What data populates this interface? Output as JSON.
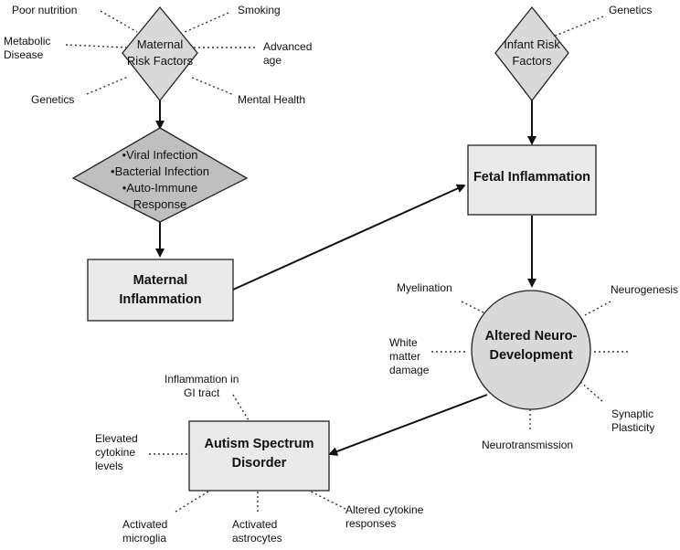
{
  "nodes": {
    "maternal_risk": "Maternal\nRisk Factors",
    "infections": "•Viral Infection\n•Bacterial Infection\n•Auto-Immune\nResponse",
    "maternal_inflammation": "Maternal\nInflammation",
    "infant_risk": "Infant Risk\nFactors",
    "fetal_inflammation": "Fetal Inflammation",
    "altered_neurodevelopment": "Altered Neuro-\nDevelopment",
    "asd": "Autism Spectrum\nDisorder"
  },
  "maternal_risk_labels": {
    "poor_nutrition": "Poor nutrition",
    "smoking": "Smoking",
    "metabolic_disease": "Metabolic\nDisease",
    "advanced_age": "Advanced\nage",
    "genetics": "Genetics",
    "mental_health": "Mental Health"
  },
  "infant_risk_labels": {
    "genetics": "Genetics"
  },
  "neuro_labels": {
    "myelination": "Myelination",
    "neurogenesis": "Neurogenesis",
    "white_matter_damage": "White\nmatter\ndamage",
    "synaptic_plasticity": "Synaptic\nPlasticity",
    "neurotransmission": "Neurotransmission"
  },
  "asd_labels": {
    "gi_inflammation": "Inflammation in\nGI tract",
    "elevated_cytokine": "Elevated\ncytokine\nlevels",
    "activated_microglia": "Activated\nmicroglia",
    "activated_astrocytes": "Activated\nastrocytes",
    "altered_cytokine": "Altered cytokine\nresponses"
  }
}
